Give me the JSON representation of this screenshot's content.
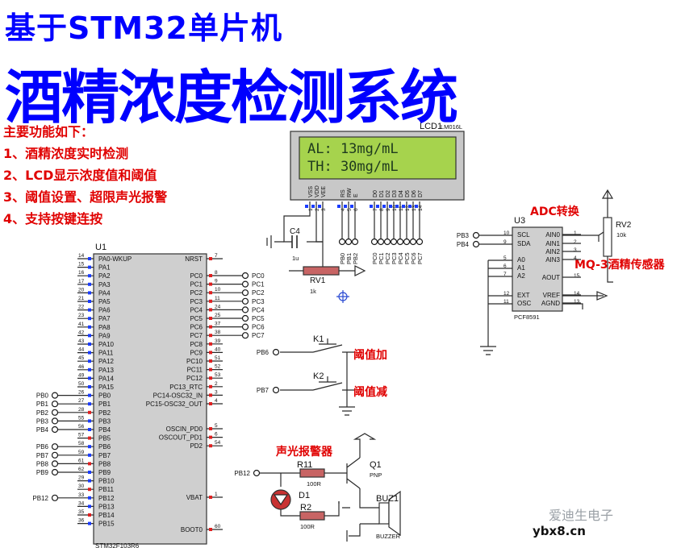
{
  "title": {
    "line1": "基于STM32单片机",
    "line2": "酒精浓度检测系统"
  },
  "features": {
    "heading": "主要功能如下：",
    "items": [
      "1、酒精浓度实时检测",
      "2、LCD显示浓度值和阈值",
      "3、阈值设置、超限声光报警",
      "4、支持按键连按"
    ]
  },
  "annotations": {
    "adc": "ADC转换",
    "mq3": "MQ-3酒精传感器",
    "inc": "阈值加",
    "dec": "阈值减",
    "alarm": "声光报警器"
  },
  "lcd": {
    "ref": "LCD1",
    "model": "LM016L",
    "line1": "AL: 13mg/mL",
    "line2": "TH: 30mg/mL",
    "pins": [
      "VSS",
      "VDD",
      "VEE",
      "RS",
      "RW",
      "E",
      "D0",
      "D1",
      "D2",
      "D3",
      "D4",
      "D5",
      "D6",
      "D7"
    ],
    "pin_nums": [
      "1",
      "2",
      "3",
      "4",
      "5",
      "6",
      "7",
      "8",
      "9",
      "10",
      "11",
      "12",
      "13",
      "14"
    ],
    "bus_labels": [
      "PB0",
      "PB1",
      "PB2",
      "PC0",
      "PC1",
      "PC2",
      "PC3",
      "PC4",
      "PC5",
      "PC6",
      "PC7"
    ]
  },
  "mcu": {
    "ref": "U1",
    "model": "STM32F103R6",
    "left_pins": [
      {
        "num": "14",
        "name": "PA0-WKUP"
      },
      {
        "num": "15",
        "name": "PA1"
      },
      {
        "num": "16",
        "name": "PA2"
      },
      {
        "num": "17",
        "name": "PA3"
      },
      {
        "num": "20",
        "name": "PA4"
      },
      {
        "num": "21",
        "name": "PA5"
      },
      {
        "num": "22",
        "name": "PA6"
      },
      {
        "num": "23",
        "name": "PA7"
      },
      {
        "num": "41",
        "name": "PA8"
      },
      {
        "num": "42",
        "name": "PA9"
      },
      {
        "num": "43",
        "name": "PA10"
      },
      {
        "num": "44",
        "name": "PA11"
      },
      {
        "num": "45",
        "name": "PA12"
      },
      {
        "num": "46",
        "name": "PA13"
      },
      {
        "num": "49",
        "name": "PA14"
      },
      {
        "num": "50",
        "name": "PA15"
      },
      {
        "num": "26",
        "name": "PB0"
      },
      {
        "num": "27",
        "name": "PB1"
      },
      {
        "num": "28",
        "name": "PB2"
      },
      {
        "num": "55",
        "name": "PB3"
      },
      {
        "num": "56",
        "name": "PB4"
      },
      {
        "num": "57",
        "name": "PB5"
      },
      {
        "num": "58",
        "name": "PB6"
      },
      {
        "num": "59",
        "name": "PB7"
      },
      {
        "num": "61",
        "name": "PB8"
      },
      {
        "num": "62",
        "name": "PB9"
      },
      {
        "num": "29",
        "name": "PB10"
      },
      {
        "num": "30",
        "name": "PB11"
      },
      {
        "num": "33",
        "name": "PB12"
      },
      {
        "num": "34",
        "name": "PB13"
      },
      {
        "num": "35",
        "name": "PB14"
      },
      {
        "num": "36",
        "name": "PB15"
      }
    ],
    "right_pins": [
      {
        "num": "7",
        "name": "NRST"
      },
      {
        "num": "8",
        "name": "PC0"
      },
      {
        "num": "9",
        "name": "PC1"
      },
      {
        "num": "10",
        "name": "PC2"
      },
      {
        "num": "11",
        "name": "PC3"
      },
      {
        "num": "24",
        "name": "PC4"
      },
      {
        "num": "25",
        "name": "PC5"
      },
      {
        "num": "37",
        "name": "PC6"
      },
      {
        "num": "38",
        "name": "PC7"
      },
      {
        "num": "39",
        "name": "PC8"
      },
      {
        "num": "40",
        "name": "PC9"
      },
      {
        "num": "51",
        "name": "PC10"
      },
      {
        "num": "52",
        "name": "PC11"
      },
      {
        "num": "53",
        "name": "PC12"
      },
      {
        "num": "2",
        "name": "PC13_RTC"
      },
      {
        "num": "3",
        "name": "PC14-OSC32_IN"
      },
      {
        "num": "4",
        "name": "PC15-OSC32_OUT"
      },
      {
        "num": "5",
        "name": "OSCIN_PD0"
      },
      {
        "num": "6",
        "name": "OSCOUT_PD1"
      },
      {
        "num": "54",
        "name": "PD2"
      },
      {
        "num": "1",
        "name": "VBAT"
      },
      {
        "num": "60",
        "name": "BOOT0"
      }
    ],
    "left_terminals": [
      "PB0",
      "PB1",
      "PB2",
      "PB3",
      "PB4",
      "PB6",
      "PB7",
      "PB8",
      "PB9",
      "PB12"
    ],
    "right_terminals": [
      "PC0",
      "PC1",
      "PC2",
      "PC3",
      "PC4",
      "PC5",
      "PC6",
      "PC7"
    ]
  },
  "adc": {
    "ref": "U3",
    "model": "PCF8591",
    "left_pins": [
      {
        "num": "10",
        "name": "SCL"
      },
      {
        "num": "9",
        "name": "SDA"
      },
      {
        "num": "5",
        "name": "A0"
      },
      {
        "num": "6",
        "name": "A1"
      },
      {
        "num": "7",
        "name": "A2"
      },
      {
        "num": "12",
        "name": "EXT"
      },
      {
        "num": "11",
        "name": "OSC"
      }
    ],
    "right_pins": [
      {
        "num": "1",
        "name": "AIN0"
      },
      {
        "num": "2",
        "name": "AIN1"
      },
      {
        "num": "3",
        "name": "AIN2"
      },
      {
        "num": "4",
        "name": "AIN3"
      },
      {
        "num": "15",
        "name": "AOUT"
      },
      {
        "num": "14",
        "name": "VREF"
      },
      {
        "num": "13",
        "name": "AGND"
      }
    ],
    "terminals": [
      "PB3",
      "PB4"
    ]
  },
  "rv2": {
    "ref": "RV2",
    "value": "10k"
  },
  "rv1": {
    "ref": "RV1",
    "value": "1k"
  },
  "c4": {
    "ref": "C4",
    "value": "1u"
  },
  "k1": {
    "ref": "K1",
    "terminal": "PB6"
  },
  "k2": {
    "ref": "K2",
    "terminal": "PB7"
  },
  "buzzer_circuit": {
    "terminal": "PB12",
    "r11": "R11",
    "r11_val": "100R",
    "d1": "D1",
    "r2": "R2",
    "r2_val": "100R",
    "q1": "Q1",
    "q1_type": "PNP",
    "buz": "BUZ1",
    "buz_label": "BUZZER"
  },
  "watermark": {
    "text": "爱迪生电子",
    "site": "ybx8.cn"
  }
}
